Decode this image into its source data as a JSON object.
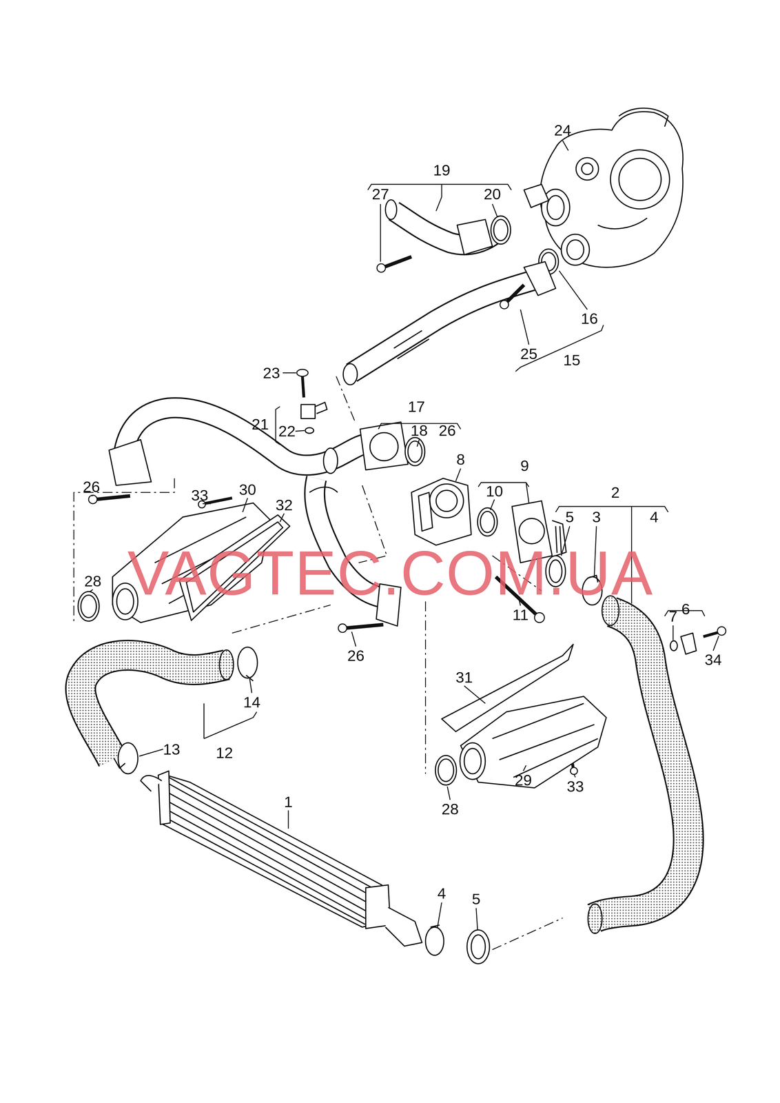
{
  "diagram": {
    "labels": [
      "24",
      "19",
      "27",
      "20",
      "16",
      "25",
      "15",
      "23",
      "17",
      "21",
      "22",
      "18",
      "26",
      "8",
      "9",
      "26",
      "30",
      "10",
      "2",
      "33",
      "32",
      "5",
      "3",
      "4",
      "28",
      "6",
      "11",
      "7",
      "26",
      "34",
      "31",
      "14",
      "13",
      "12",
      "29",
      "33",
      "1",
      "28",
      "4",
      "5",
      "VAGTEC.COM.UA"
    ]
  }
}
